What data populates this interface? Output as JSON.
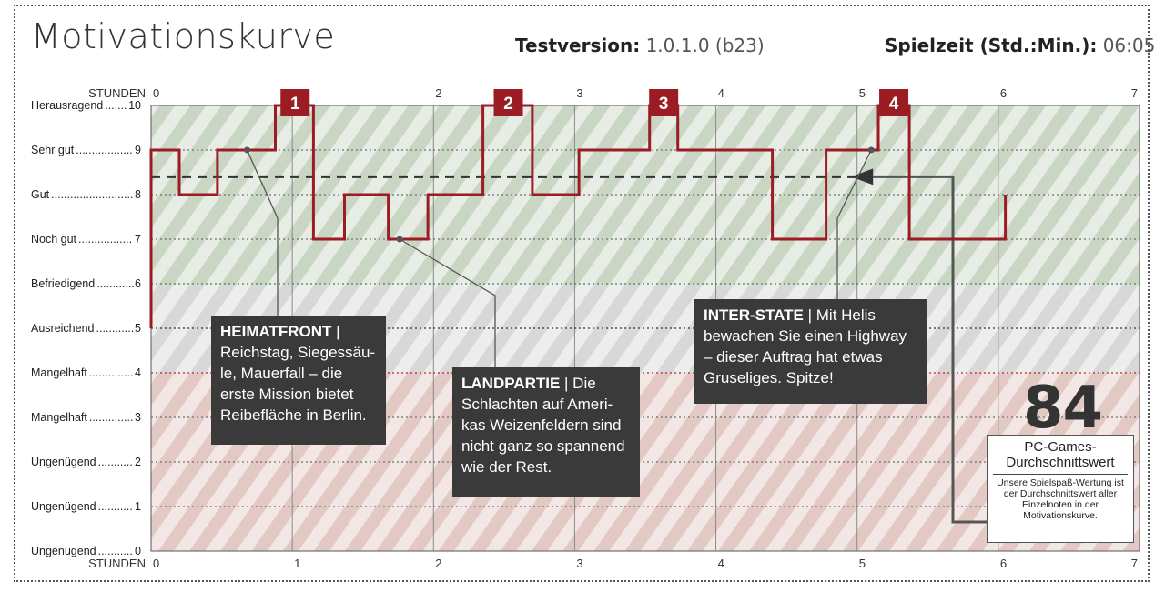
{
  "header": {
    "title": "Motivationskurve",
    "test_label": "Testversion:",
    "test_value": "1.0.1.0 (b23)",
    "time_label": "Spielzeit (Std.:Min.):",
    "time_value": "06:05"
  },
  "callouts": [
    {
      "title": "HEIMATFRONT",
      "sep": " | ",
      "text": "Reichstag, Siegessäu-le, Mauerfall – die erste Mission bietet Reibefläche in Berlin."
    },
    {
      "title": "LANDPARTIE",
      "sep": " |  ",
      "text": "Die Schlachten auf Ameri-kas Weizenfeldern sind nicht ganz so spannend wie der Rest."
    },
    {
      "title": "INTER-STATE",
      "sep": " | ",
      "text": "Mit Helis bewachen Sie einen Highway – dieser Auftrag hat etwas Gruseliges. Spitze!"
    }
  ],
  "score": {
    "value": "84",
    "label": "PC-Games-Durchschnittswert",
    "description": "Unsere Spielspaß-Wertung ist der Durchschnittswert aller Einzelnoten in der Motivationskurve."
  },
  "chart_data": {
    "type": "line",
    "title": "Motivationskurve",
    "xlabel": "STUNDEN",
    "xlim": [
      0,
      7
    ],
    "ylim": [
      0,
      10
    ],
    "x_ticks": [
      "0",
      "1",
      "2",
      "3",
      "4",
      "5",
      "6",
      "7"
    ],
    "y_ticks": [
      {
        "label": "Ungenügend",
        "value": 0
      },
      {
        "label": "Ungenügend",
        "value": 1
      },
      {
        "label": "Ungenügend",
        "value": 2
      },
      {
        "label": "Mangelhaft",
        "value": 3
      },
      {
        "label": "Mangelhaft",
        "value": 4
      },
      {
        "label": "Ausreichend",
        "value": 5
      },
      {
        "label": "Befriedigend",
        "value": 6
      },
      {
        "label": "Noch gut",
        "value": 7
      },
      {
        "label": "Gut",
        "value": 8
      },
      {
        "label": "Sehr gut",
        "value": 9
      },
      {
        "label": "Herausragend",
        "value": 10
      }
    ],
    "series": [
      {
        "color": "#9b1c23",
        "points": [
          [
            0,
            5
          ],
          [
            0,
            9
          ],
          [
            0.2,
            9
          ],
          [
            0.2,
            8
          ],
          [
            0.47,
            8
          ],
          [
            0.47,
            9
          ],
          [
            0.88,
            9
          ],
          [
            0.88,
            10
          ],
          [
            1.15,
            10
          ],
          [
            1.15,
            7
          ],
          [
            1.37,
            7
          ],
          [
            1.37,
            8
          ],
          [
            1.68,
            8
          ],
          [
            1.68,
            7
          ],
          [
            1.96,
            7
          ],
          [
            1.96,
            8
          ],
          [
            2.35,
            8
          ],
          [
            2.35,
            10
          ],
          [
            2.7,
            10
          ],
          [
            2.7,
            8
          ],
          [
            3.03,
            8
          ],
          [
            3.03,
            9
          ],
          [
            3.53,
            9
          ],
          [
            3.53,
            10
          ],
          [
            3.73,
            10
          ],
          [
            3.73,
            9
          ],
          [
            4.4,
            9
          ],
          [
            4.4,
            7
          ],
          [
            4.78,
            7
          ],
          [
            4.78,
            9
          ],
          [
            5.15,
            9
          ],
          [
            5.15,
            10
          ],
          [
            5.37,
            10
          ],
          [
            5.37,
            7
          ],
          [
            6.05,
            7
          ],
          [
            6.05,
            8
          ]
        ]
      }
    ],
    "average": 8.4,
    "markers": [
      {
        "label": "1",
        "x": 1.02,
        "y": 10
      },
      {
        "label": "2",
        "x": 2.53,
        "y": 10
      },
      {
        "label": "3",
        "x": 3.63,
        "y": 10
      },
      {
        "label": "4",
        "x": 5.26,
        "y": 10
      }
    ],
    "annotation_points": [
      {
        "x": 0.68,
        "y": 9
      },
      {
        "x": 1.76,
        "y": 7
      },
      {
        "x": 5.1,
        "y": 9
      }
    ],
    "colors": {
      "curve": "#9b1c23",
      "marker": "#9b1c23",
      "good_zone": "#c9d6c4",
      "mid_zone": "#d8d8d8",
      "bad_zone": "#e2c9c4",
      "line_6": "#2f8f4a",
      "line_4": "#b02a2a",
      "average": "#333333"
    }
  }
}
